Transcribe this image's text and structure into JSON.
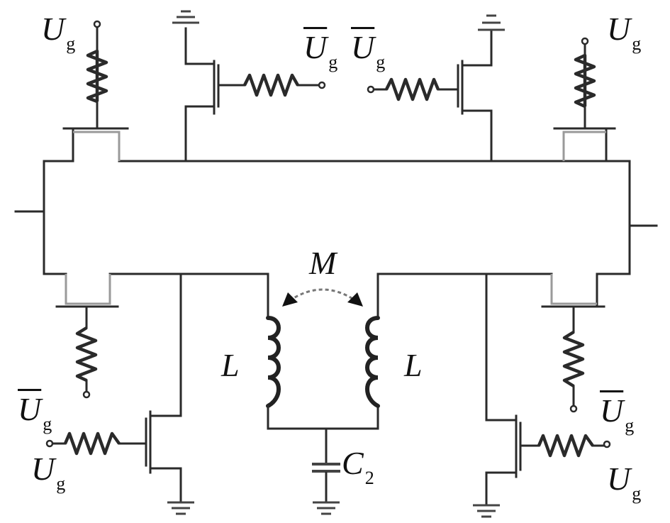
{
  "labels": {
    "ug_top_left": {
      "main": "U",
      "sub": "g"
    },
    "ubar_top_center_left": {
      "main": "U",
      "sub": "g"
    },
    "ubar_top_center_right": {
      "main": "U",
      "sub": "g"
    },
    "ug_top_right": {
      "main": "U",
      "sub": "g"
    },
    "ubar_bottom_left": {
      "main": "U",
      "sub": "g"
    },
    "ug_bottom_left": {
      "main": "U",
      "sub": "g"
    },
    "ubar_bottom_right": {
      "main": "U",
      "sub": "g"
    },
    "ug_bottom_right": {
      "main": "U",
      "sub": "g"
    },
    "mutual": "M",
    "inductor_left": "L",
    "inductor_right": "L",
    "capacitor": {
      "main": "C",
      "sub": "2"
    }
  },
  "colors": {
    "wire": "#2a2a2a",
    "device": "#9a9a9a"
  }
}
